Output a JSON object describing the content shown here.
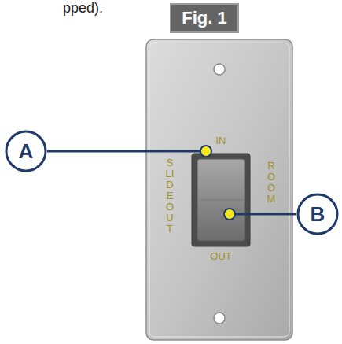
{
  "diagram": {
    "nodes": [
      {
        "text": [
          "Fig. 1"
        ]
      },
      {
        "text": [
          "A"
        ]
      },
      {
        "text": [
          "B"
        ]
      }
    ],
    "labels": [
      "pped).",
      "SLIDE OUT",
      "IN",
      "ROOM",
      "OUT"
    ]
  }
}
